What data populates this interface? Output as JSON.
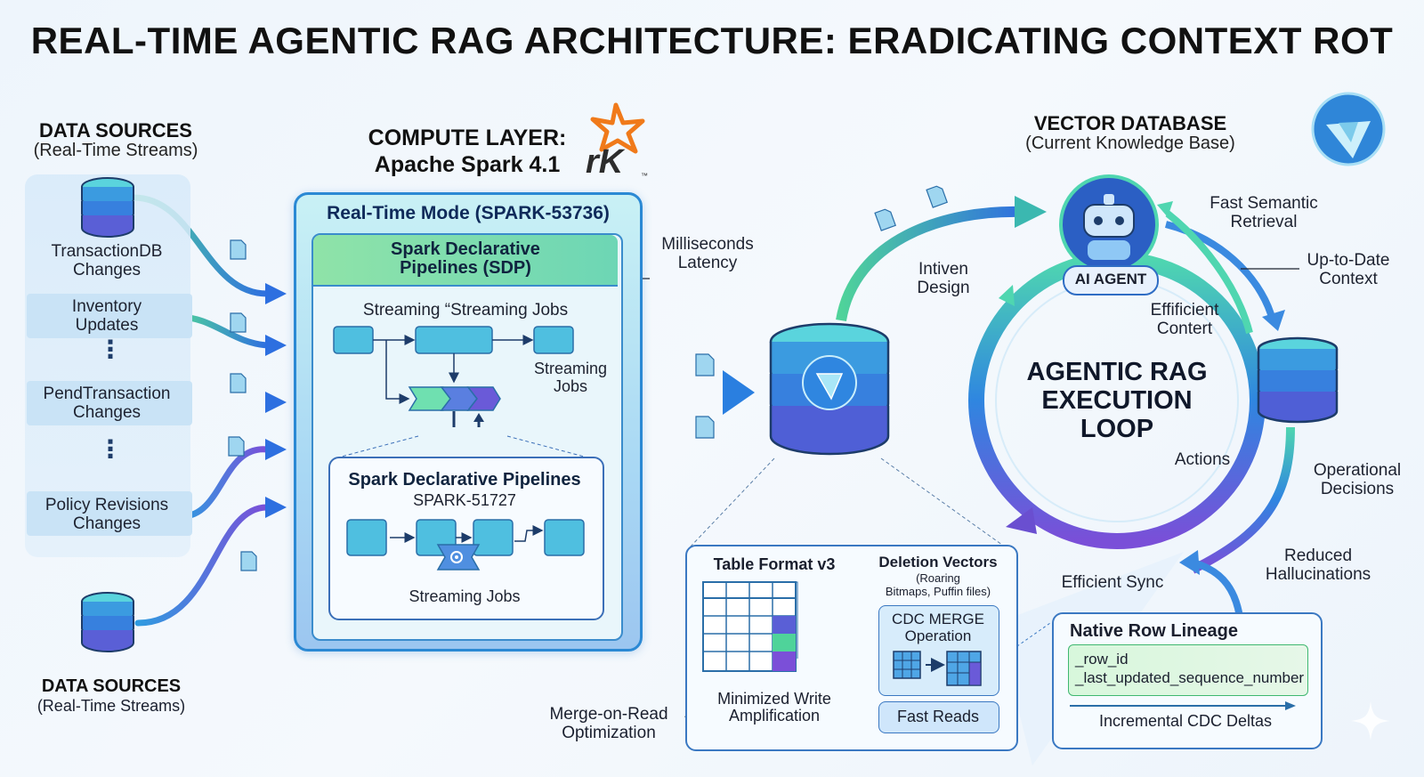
{
  "title": "REAL-TIME AGENTIC RAG ARCHITECTURE: ERADICATING CONTEXT ROT",
  "data_sources_top": {
    "heading": "DATA SOURCES",
    "sub": "(Real-Time Streams)"
  },
  "data_sources_bottom": {
    "heading": "DATA SOURCES",
    "sub": "(Real-Time Streams)"
  },
  "sources": [
    {
      "line1": "TransactionDB",
      "line2": "Changes"
    },
    {
      "line1": "Inventory",
      "line2": "Updates"
    },
    {
      "line1": "PendTransaction",
      "line2": "Changes"
    },
    {
      "line1": "Policy Revisions",
      "line2": "Changes"
    }
  ],
  "compute": {
    "heading_line1": "COMPUTE LAYER:",
    "heading_line2": "Apache Spark 4.1",
    "logo_text": "rK",
    "logo_tm": "™",
    "mode_label": "Real-Time Mode (SPARK-53736)",
    "sdp_line1": "Spark Declarative",
    "sdp_line2": "Pipelines (SDP)",
    "streaming_header": "Streaming “Streaming Jobs",
    "streaming_side_line1": "Streaming",
    "streaming_side_line2": "Jobs",
    "inner_title": "Spark Declarative Pipelines",
    "inner_sub": "SPARK-51727",
    "inner_footer": "Streaming Jobs",
    "latency_line1": "Milliseconds",
    "latency_line2": "Latency"
  },
  "vector_db": {
    "heading": "VECTOR DATABASE",
    "sub": "(Current Knowledge Base)"
  },
  "loop": {
    "title_line1": "AGENTIC RAG",
    "title_line2": "EXECUTION",
    "title_line3": "LOOP",
    "agent_label": "AI AGENT",
    "intent_line1": "Intiven",
    "intent_line2": "Design",
    "fast_line1": "Fast Semantic",
    "fast_line2": "Retrieval",
    "uptodate_line1": "Up-to-Date",
    "uptodate_line2": "Context",
    "efficient_line1": "Effificient",
    "efficient_line2": "Contert",
    "actions": "Actions",
    "operational_line1": "Operational",
    "operational_line2": "Decisions",
    "reduced_line1": "Reduced",
    "reduced_line2": "Hallucinations",
    "sync": "Efficient Sync"
  },
  "table_format": {
    "title": "Table Format v3",
    "deletion_title": "Deletion Vectors",
    "deletion_sub1": "(Roaring",
    "deletion_sub2": "Bitmaps, Puffin files)",
    "cdc_line1": "CDC MERGE",
    "cdc_line2": "Operation",
    "fast_reads": "Fast Reads",
    "minimized_line1": "Minimized Write",
    "minimized_line2": "Amplification",
    "merge_line1": "Merge-on-Read",
    "merge_line2": "Optimization"
  },
  "lineage": {
    "title": "Native Row Lineage",
    "field1": "_row_id",
    "field2": "_last_updated_sequence_number",
    "footer": "Incremental CDC Deltas"
  },
  "colors": {
    "accent_blue": "#2b7fd6",
    "accent_green": "#4fd39a",
    "accent_purple": "#7b4fd8",
    "accent_orange": "#f07a1a"
  }
}
